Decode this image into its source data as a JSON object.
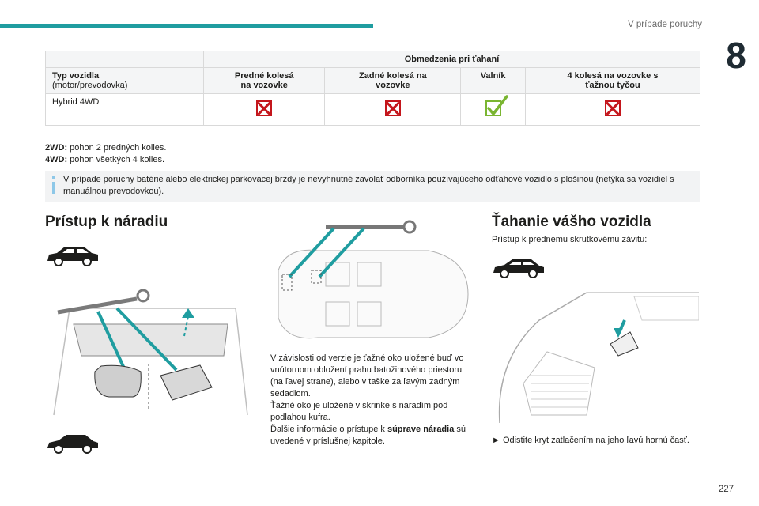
{
  "header": {
    "section": "V prípade poruchy",
    "chapter": "8"
  },
  "table": {
    "group_header": "Obmedzenia pri ťahaní",
    "row_header_bold": "Typ vozidla",
    "row_header_sub": "(motor/prevodovka)",
    "columns": [
      {
        "line1": "Predné kolesá",
        "line2": "na vozovke"
      },
      {
        "line1": "Zadné kolesá na",
        "line2": "vozovke"
      },
      {
        "line1": "Valník",
        "line2": ""
      },
      {
        "line1": "4 kolesá na vozovke s",
        "line2": "ťažnou tyčou"
      }
    ],
    "row_label": "Hybrid 4WD",
    "row_values": [
      "cross",
      "cross",
      "check",
      "cross"
    ]
  },
  "legend": {
    "l1_key": "2WD:",
    "l1_text": " pohon 2 predných kolies.",
    "l2_key": "4WD:",
    "l2_text": " pohon všetkých 4 kolies."
  },
  "info": {
    "text": "V prípade poruchy batérie alebo elektrickej parkovacej brzdy je nevyhnutné zavolať odborníka používajúceho odťahové vozidlo s plošinou (netýka sa vozidiel s manuálnou prevodovkou)."
  },
  "tools": {
    "title": "Prístup k náradiu",
    "p1": "V závislosti od verzie je ťažné oko uložené buď vo vnútornom obložení prahu batožinového priestoru (na ľavej strane), alebo v taške za ľavým zadným sedadlom.",
    "p2": "Ťažné oko je uložené v skrinke s náradím pod podlahou kufra.",
    "p3_pre": "Ďalšie informácie o prístupe k ",
    "p3_bold": "súprave náradia",
    "p3_post": " sú uvedené v príslušnej kapitole."
  },
  "towing": {
    "title": "Ťahanie vášho vozidla",
    "intro": "Prístup k prednému skrutkovému závitu:",
    "step": "► Odistite kryt zatlačením na jeho ľavú hornú časť."
  },
  "footer": {
    "page": "227"
  },
  "colors": {
    "accent": "#1f9da0",
    "cross": "#c4161c",
    "check": "#7ab531"
  }
}
